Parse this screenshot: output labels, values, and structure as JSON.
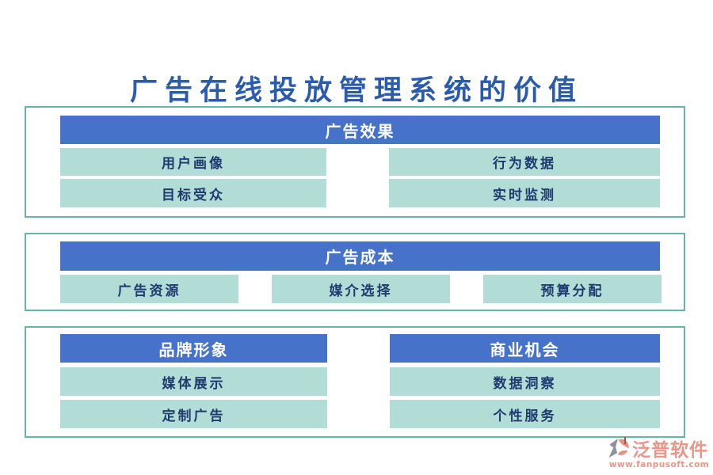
{
  "title": "广告在线投放管理系统的价值",
  "colors": {
    "title_text": "#2b5cab",
    "header_bg": "#4673c9",
    "header_text": "#ffffff",
    "item_bg": "#b2ddd6",
    "item_text": "#1e3a6e",
    "panel_border": "#64b6ad",
    "logo_accent": "#e8968a"
  },
  "sections": {
    "s1": {
      "header": "广告效果",
      "items": [
        "用户画像",
        "行为数据",
        "目标受众",
        "实时监测"
      ]
    },
    "s2": {
      "header": "广告成本",
      "items": [
        "广告资源",
        "媒介选择",
        "预算分配"
      ]
    },
    "s3": {
      "left": {
        "header": "品牌形象",
        "items": [
          "媒体展示",
          "定制广告"
        ]
      },
      "right": {
        "header": "商业机会",
        "items": [
          "数据洞察",
          "个性服务"
        ]
      }
    }
  },
  "logo": {
    "name": "泛普软件",
    "url": "www.fanpusoft.com"
  }
}
